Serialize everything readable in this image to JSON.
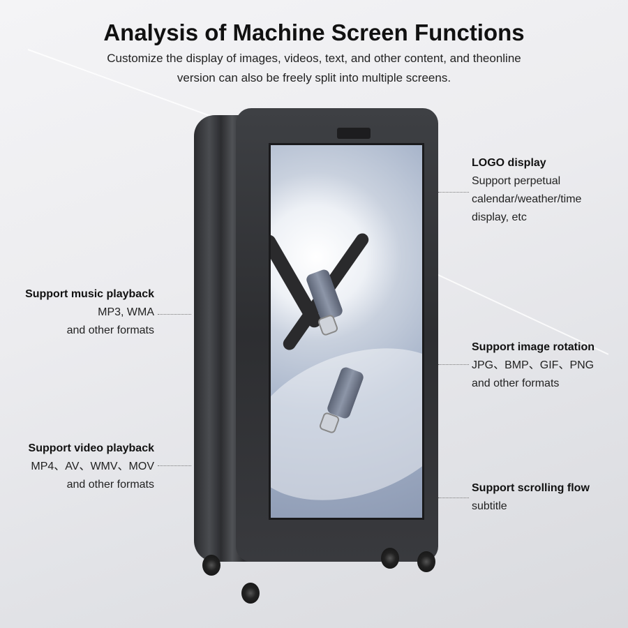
{
  "title": "Analysis of Machine Screen Functions",
  "subtitle": [
    "Customize the display of images, videos, text, and other content, and theonline",
    "version can also be freely split into multiple screens."
  ],
  "features": {
    "logo": {
      "heading": "LOGO display",
      "lines": [
        "Support perpetual",
        "calendar/weather/time",
        "display, etc"
      ]
    },
    "music": {
      "heading": "Support music playback",
      "lines": [
        "MP3, WMA",
        "and other formats"
      ]
    },
    "image": {
      "heading": "Support image rotation",
      "lines": [
        "JPG、BMP、GIF、PNG",
        "and other formats"
      ]
    },
    "video": {
      "heading": "Support video playback",
      "lines": [
        "MP4、AV、WMV、MOV",
        "and other formats"
      ]
    },
    "scroll": {
      "heading": "Support scrolling flow",
      "lines": [
        "subtitle"
      ]
    }
  }
}
